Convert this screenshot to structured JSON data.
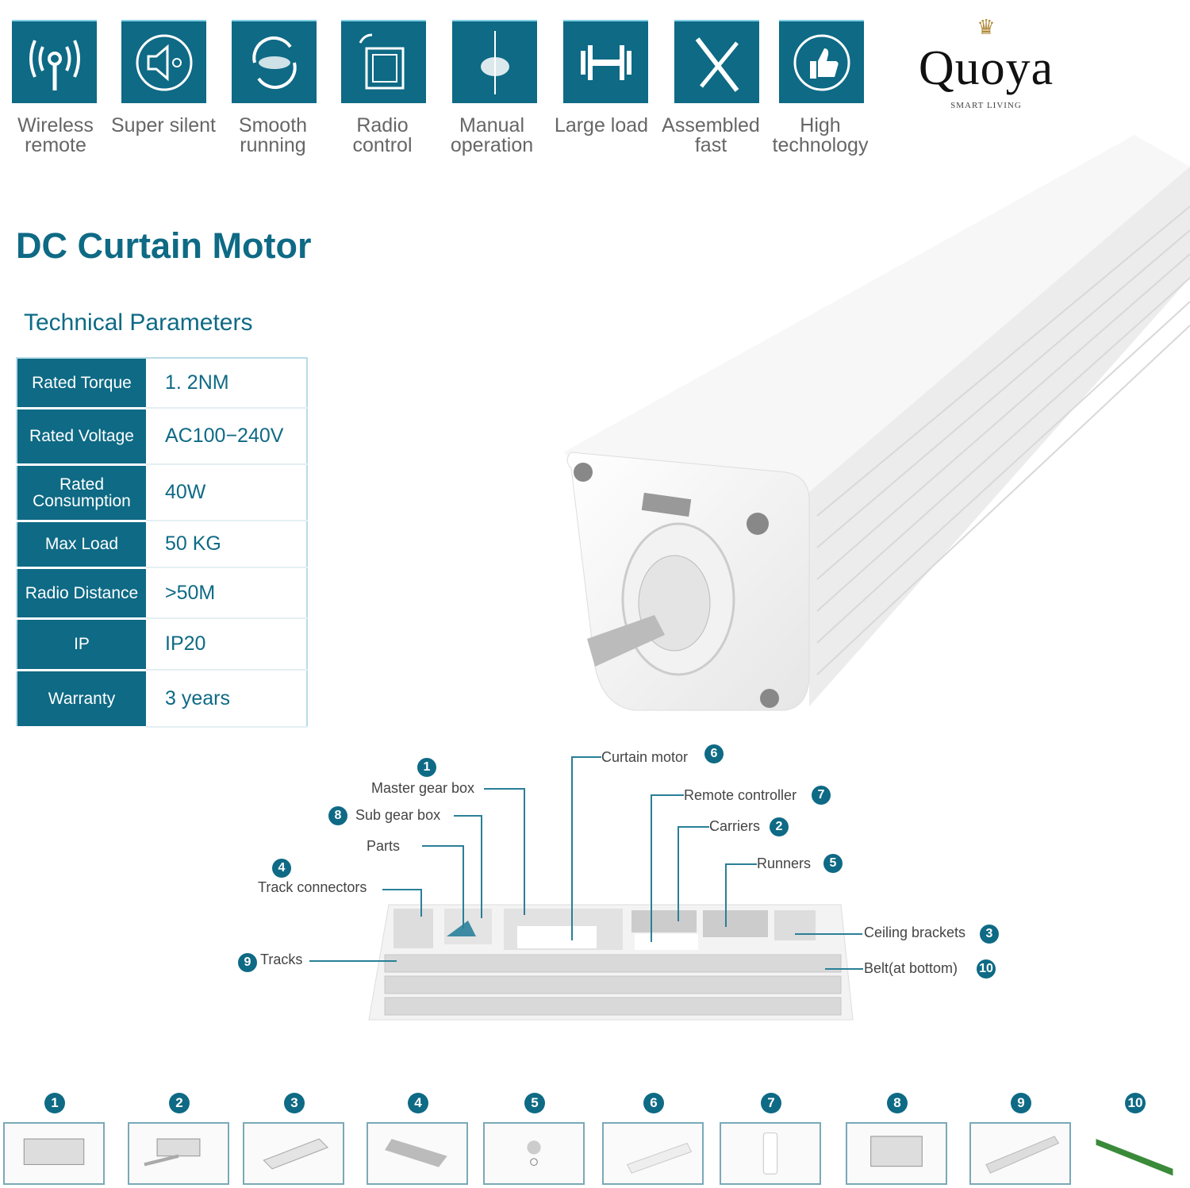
{
  "brand": {
    "name": "Quoya",
    "tagline": "SMART LIVING"
  },
  "features": [
    {
      "label": "Wireless remote",
      "icon": "wireless-antenna-icon"
    },
    {
      "label": "Super silent",
      "icon": "speaker-mute-icon"
    },
    {
      "label": "Smooth running",
      "icon": "rotate-arrows-icon"
    },
    {
      "label": "Radio control",
      "icon": "radio-switch-icon"
    },
    {
      "label": "Manual operation",
      "icon": "hand-pull-icon"
    },
    {
      "label": "Large load",
      "icon": "dumbbell-icon"
    },
    {
      "label": "Assembled fast",
      "icon": "tools-icon"
    },
    {
      "label": "High technology",
      "icon": "thumbs-up-icon"
    }
  ],
  "title": "DC Curtain Motor",
  "params_title": "Technical Parameters",
  "params": [
    {
      "key": "Rated Torque",
      "value": "1. 2NM"
    },
    {
      "key": "Rated Voltage",
      "value": "AC100−240V"
    },
    {
      "key": "Rated Consumption",
      "value": "40W"
    },
    {
      "key": "Max Load",
      "value": "50 KG"
    },
    {
      "key": "Radio Distance",
      "value": ">50M"
    },
    {
      "key": "IP",
      "value": "IP20"
    },
    {
      "key": "Warranty",
      "value": "3 years"
    }
  ],
  "diagram": {
    "master_gear_box": {
      "num": "1",
      "label": "Master gear box"
    },
    "sub_gear_box": {
      "num": "8",
      "label": "Sub gear box"
    },
    "parts": {
      "label": "Parts"
    },
    "track_connectors": {
      "num": "4",
      "label": "Track connectors"
    },
    "tracks": {
      "num": "9",
      "label": "Tracks"
    },
    "curtain_motor": {
      "num": "6",
      "label": "Curtain motor"
    },
    "remote_controller": {
      "num": "7",
      "label": "Remote controller"
    },
    "carriers": {
      "num": "2",
      "label": "Carriers"
    },
    "runners": {
      "num": "5",
      "label": "Runners"
    },
    "ceiling_brackets": {
      "num": "3",
      "label": "Ceiling brackets"
    },
    "belt": {
      "num": "10",
      "label": "Belt(at bottom)"
    }
  },
  "parts_row": [
    "1",
    "2",
    "3",
    "4",
    "5",
    "6",
    "7",
    "8",
    "9",
    "10"
  ]
}
